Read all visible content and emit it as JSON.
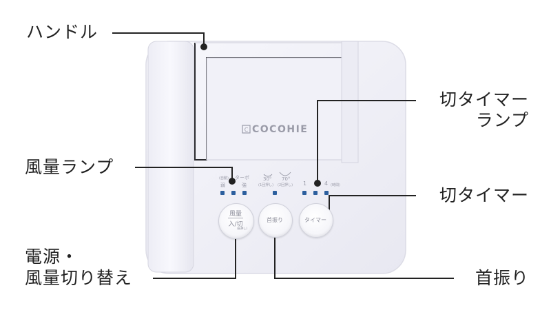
{
  "callouts": {
    "handle": "ハンドル",
    "timer_lamp_line1": "切タイマー",
    "timer_lamp_line2": "ランプ",
    "airflow_lamp": "風量ランプ",
    "timer": "切タイマー",
    "power_line1": "電源・",
    "power_line2": "風量切り替え",
    "swing": "首振り"
  },
  "device": {
    "brand": "COCOHIE",
    "airflow_indicator": {
      "small_label": "(自動)",
      "turbo_label": "ターボ",
      "weak_label": "弱",
      "strong_label": "強"
    },
    "swing_indicator": {
      "angle1": "30°",
      "angle1_note": "(1回押し)",
      "angle2": "70°",
      "angle2_note": "(2回押し)"
    },
    "timer_indicator": {
      "label_1": "1",
      "label_4": "4",
      "unit_note": "(時間)"
    },
    "buttons": {
      "power_line1": "風量",
      "power_line2": "入/切",
      "power_note": "(長押し)",
      "swing": "首振り",
      "timer": "タイマー"
    }
  },
  "colors": {
    "led": "#2c5f9e",
    "leader_line": "#222222",
    "device_body": "#f3f3f9"
  }
}
